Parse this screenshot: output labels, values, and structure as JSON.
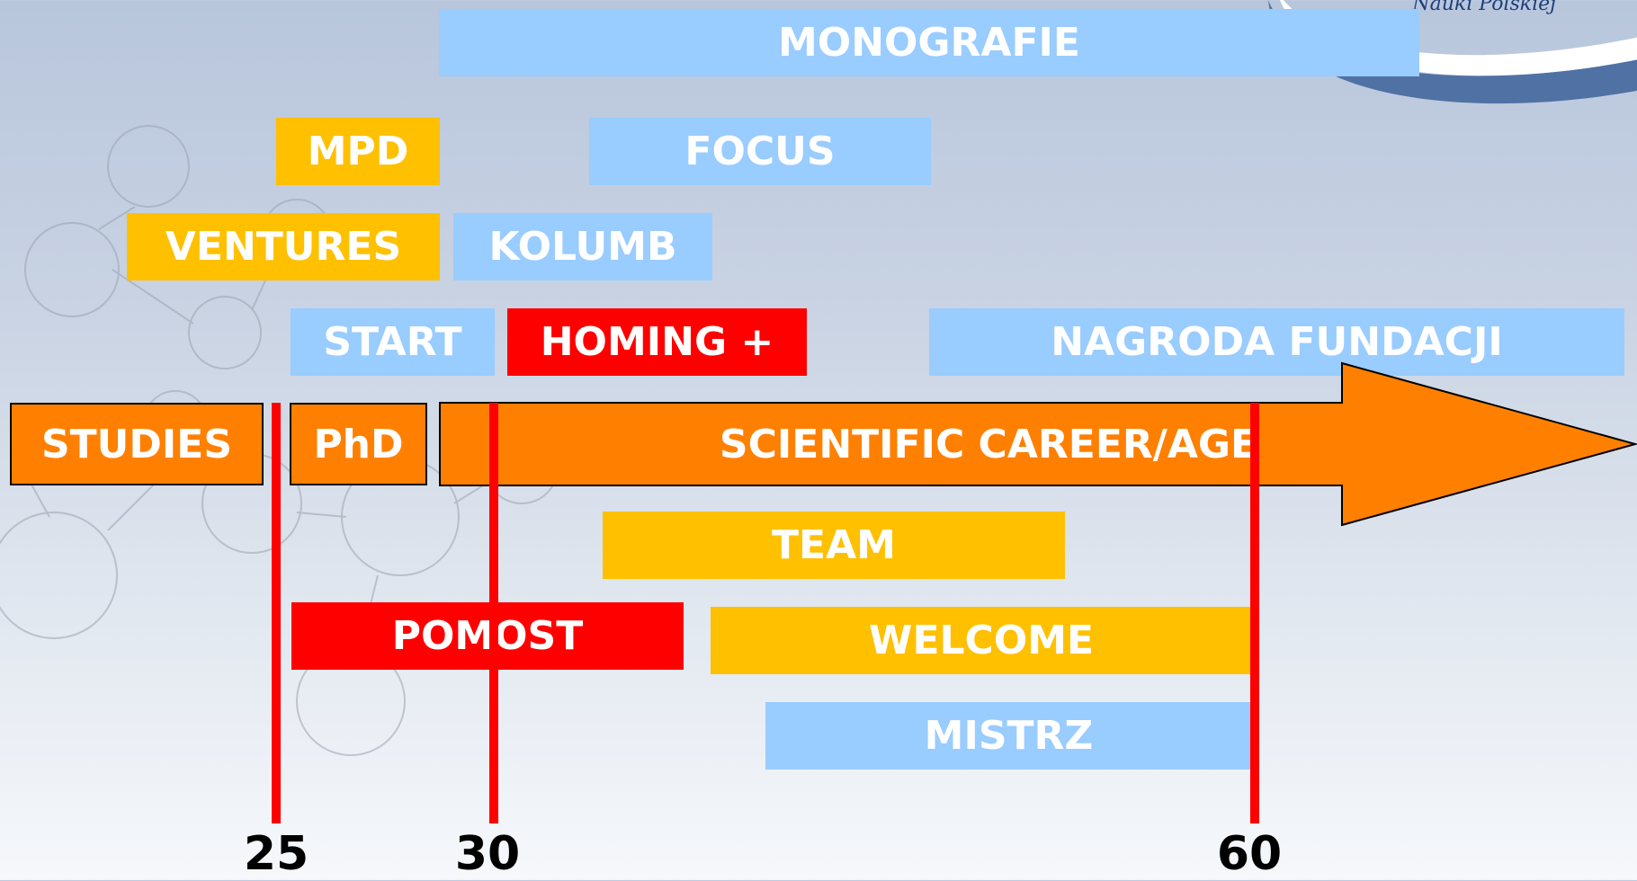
{
  "logo": {
    "text": "Nauki Polskiej"
  },
  "programs": {
    "monografie": "MONOGRAFIE",
    "mpd": "MPD",
    "focus": "FOCUS",
    "ventures": "VENTURES",
    "kolumb": "KOLUMB",
    "start": "START",
    "homing_plus": "HOMING +",
    "nagroda_fundacji": "NAGRODA FUNDACJI",
    "team": "TEAM",
    "pomost": "POMOST",
    "welcome": "WELCOME",
    "mistrz": "MISTRZ"
  },
  "stages": {
    "studies": "STUDIES",
    "phd": "PhD",
    "career": "SCIENTIFIC CAREER/AGE"
  },
  "ages": [
    "25",
    "30",
    "60"
  ],
  "colors": {
    "blue": "#99ccff",
    "yellow": "#ffc000",
    "red": "#ff0000",
    "orange": "#ff8000"
  }
}
